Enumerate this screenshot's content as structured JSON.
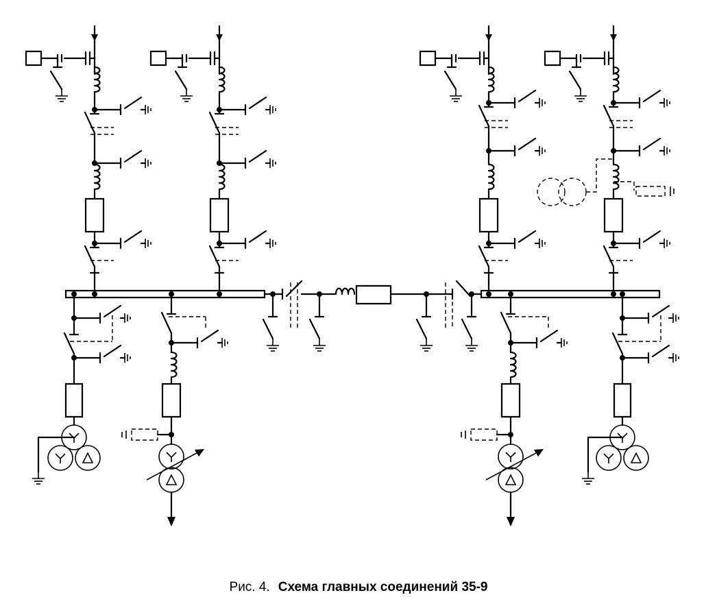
{
  "caption": {
    "number": "Рис. 4.",
    "title": "Схема главных соединений 35-9"
  },
  "diagram": {
    "line_feeders": 4,
    "transformer_feeders": 4,
    "busbar_sections": 2
  }
}
